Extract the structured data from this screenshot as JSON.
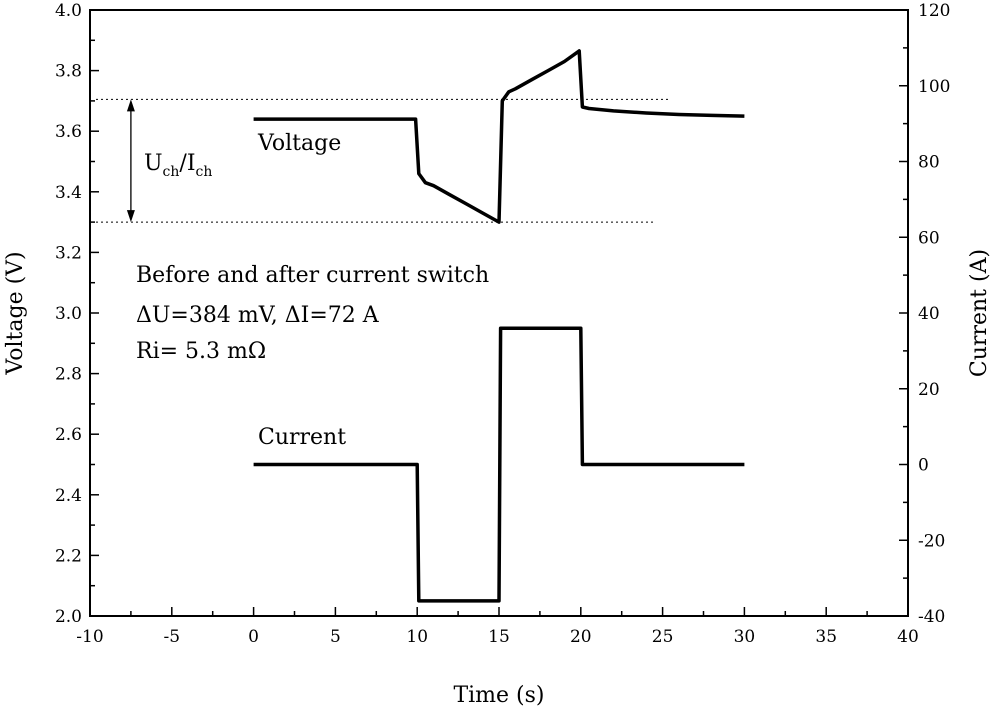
{
  "chart_data": {
    "type": "line",
    "x_axis": {
      "label": "Time (s)",
      "range": [
        -10,
        40
      ],
      "ticks": [
        -10,
        -5,
        0,
        5,
        10,
        15,
        20,
        25,
        30,
        35,
        40
      ]
    },
    "y_axis_left": {
      "label": "Voltage (V)",
      "range": [
        2.0,
        4.0
      ],
      "ticks": [
        "2.0",
        "2.2",
        "2.4",
        "2.6",
        "2.8",
        "3.0",
        "3.2",
        "3.4",
        "3.6",
        "3.8",
        "4.0"
      ]
    },
    "y_axis_right": {
      "label": "Current (A)",
      "range": [
        -40,
        120
      ],
      "ticks": [
        -40,
        -20,
        0,
        20,
        40,
        60,
        80,
        100,
        120
      ]
    },
    "grid": false,
    "series": [
      {
        "name": "Voltage",
        "axis": "left",
        "points": [
          [
            0,
            3.64
          ],
          [
            9.9,
            3.64
          ],
          [
            10.1,
            3.46
          ],
          [
            10.5,
            3.43
          ],
          [
            11,
            3.42
          ],
          [
            12,
            3.39
          ],
          [
            13,
            3.36
          ],
          [
            14,
            3.33
          ],
          [
            15,
            3.3
          ],
          [
            15.2,
            3.7
          ],
          [
            15.6,
            3.73
          ],
          [
            16,
            3.74
          ],
          [
            17,
            3.77
          ],
          [
            18,
            3.8
          ],
          [
            19,
            3.83
          ],
          [
            19.9,
            3.865
          ],
          [
            20.1,
            3.68
          ],
          [
            20.5,
            3.675
          ],
          [
            22,
            3.667
          ],
          [
            24,
            3.66
          ],
          [
            26,
            3.655
          ],
          [
            28,
            3.652
          ],
          [
            30,
            3.65
          ]
        ]
      },
      {
        "name": "Current",
        "axis": "right",
        "points": [
          [
            0,
            0
          ],
          [
            10,
            0
          ],
          [
            10.1,
            -36
          ],
          [
            15,
            -36
          ],
          [
            15.1,
            36
          ],
          [
            20,
            36
          ],
          [
            20.1,
            0
          ],
          [
            30,
            0
          ]
        ]
      }
    ],
    "reference_lines": [
      {
        "axis": "left",
        "y": 3.705,
        "x_range": [
          -10,
          25.5
        ],
        "style": "dotted"
      },
      {
        "axis": "left",
        "y": 3.3,
        "x_range": [
          -10,
          24.5
        ],
        "style": "dotted"
      }
    ],
    "dimension_arrow": {
      "x": -7.5,
      "y_range": [
        3.3,
        3.705
      ]
    },
    "annotations": {
      "voltage_label": "Voltage",
      "current_label": "Current",
      "uch_main_u": "U",
      "uch_sub_u": "ch",
      "uch_sep": "/I",
      "uch_sub_i": "ch",
      "note_line1": "Before and after current switch",
      "note_line2": "ΔU=384 mV, ΔI=72 A",
      "note_line3": "Ri= 5.3 mΩ"
    }
  }
}
